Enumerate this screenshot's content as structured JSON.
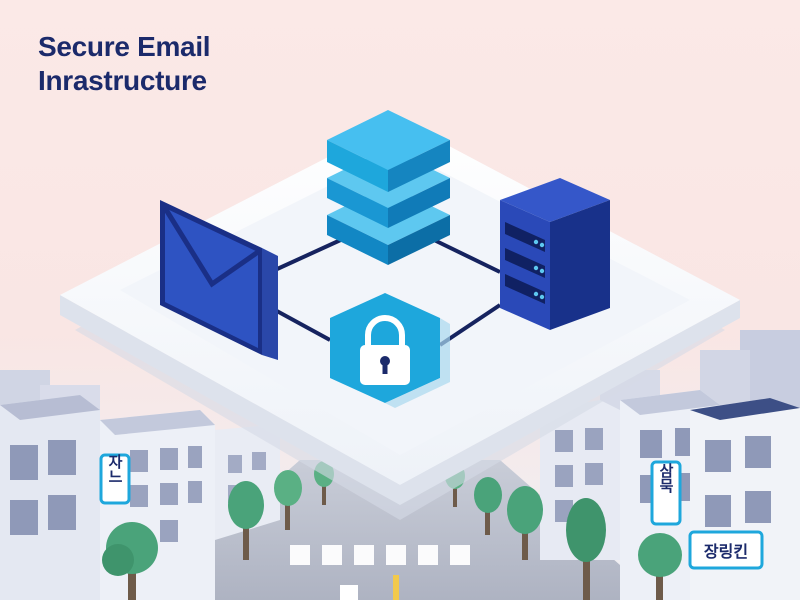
{
  "title": {
    "line1": "Secure Email",
    "line2": "Inrastructure"
  },
  "signs": {
    "left": "자느",
    "right_top": "삼묵",
    "right_bottom": "장링킨"
  },
  "icons": [
    "envelope-icon",
    "database-icon",
    "server-rack-icon",
    "padlock-icon"
  ],
  "colors": {
    "navy": "#1b3a8f",
    "cyan": "#1ea7dc",
    "platform": "#ffffff",
    "building": "#dfe4ef",
    "tree": "#4aa37a"
  }
}
